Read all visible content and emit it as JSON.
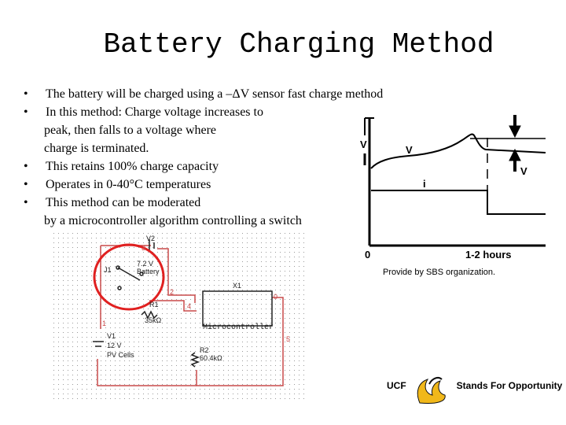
{
  "title": "Battery Charging Method",
  "bullets": [
    {
      "lines": [
        "The battery will be charged using a –ΔV sensor fast charge method"
      ]
    },
    {
      "lines": [
        "In this method: Charge voltage increases to",
        "peak, then falls to a voltage where",
        "charge is terminated."
      ]
    },
    {
      "lines": [
        "This retains 100% charge capacity"
      ]
    },
    {
      "lines": [
        "Operates in 0-40°C temperatures"
      ]
    },
    {
      "lines": [
        "This method can be moderated",
        "by a microcontroller algorithm controlling a switch"
      ]
    }
  ],
  "graph": {
    "y_axis_label": "V",
    "v_curve_label": "V",
    "i_curve_label": "i",
    "delta_label": "V",
    "origin_label": "0",
    "time_label": "1-2 hours"
  },
  "credit": "Provide by SBS organization.",
  "circuit": {
    "v2_label": "V2",
    "v2_value": "7.2 V",
    "v2_name": "Battery",
    "j1_label": "J1",
    "r1_label": "R1",
    "r1_value": "35kΩ",
    "x1_label": "X1",
    "micro_label": "Microcontroller",
    "v1_label": "V1",
    "v1_value": "12 V",
    "v1_name": "PV Cells",
    "r2_label": "R2",
    "r2_value": "60.4kΩ",
    "nodes": [
      "1",
      "2",
      "3",
      "4",
      "5",
      "0"
    ]
  },
  "logo": {
    "name": "UCF",
    "tagline": "Stands For Opportunity"
  },
  "colors": {
    "highlight": "#e02020",
    "wire": "#d04848",
    "logo_gold": "#f1b81a"
  }
}
